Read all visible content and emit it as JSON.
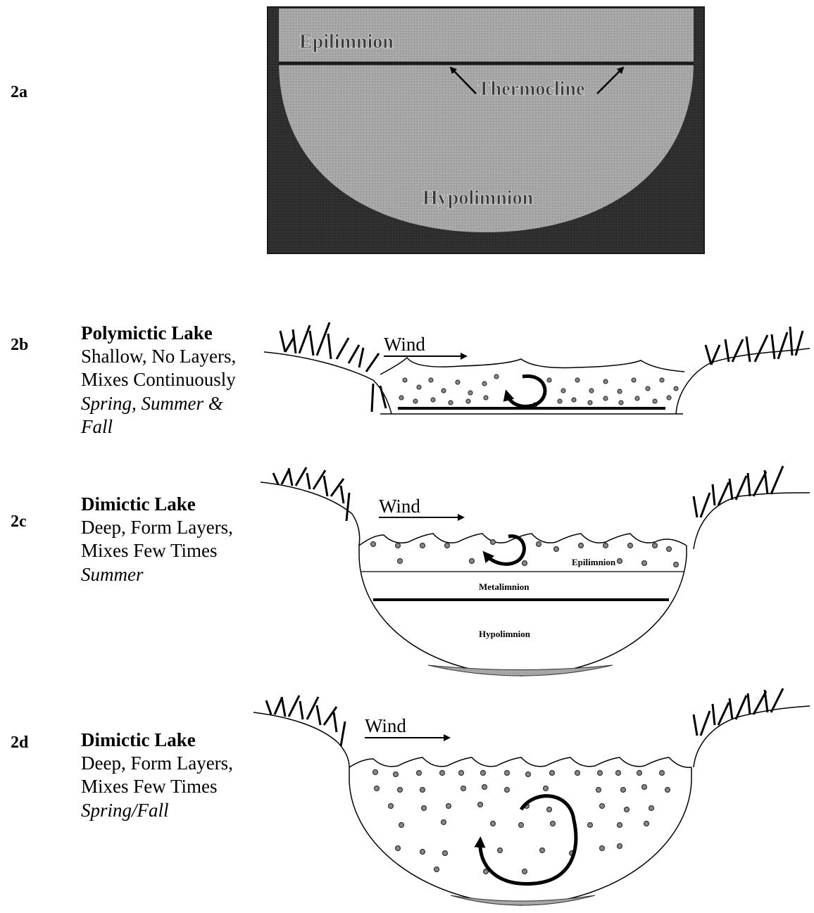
{
  "panels": {
    "a": {
      "id": "2a",
      "epilimnion": "Epilimnion",
      "thermocline": "Thermocline",
      "hypolimnion": "Hypolimnion"
    },
    "b": {
      "id": "2b",
      "title": "Polymictic Lake",
      "desc1": "Shallow, No Layers,",
      "desc2": "Mixes Continuously",
      "season1": "Spring, Summer &",
      "season2": "Fall",
      "wind": "Wind"
    },
    "c": {
      "id": "2c",
      "title": "Dimictic Lake",
      "desc1": "Deep, Form Layers,",
      "desc2": "Mixes Few Times",
      "season1": "Summer",
      "wind": "Wind",
      "epilimnion": "Epilimnion",
      "metalimnion": "Metalimnion",
      "hypolimnion": "Hypolimnion"
    },
    "d": {
      "id": "2d",
      "title": "Dimictic Lake",
      "desc1": "Deep, Form Layers,",
      "desc2": "Mixes Few Times",
      "season1": "Spring/Fall",
      "wind": "Wind"
    }
  }
}
